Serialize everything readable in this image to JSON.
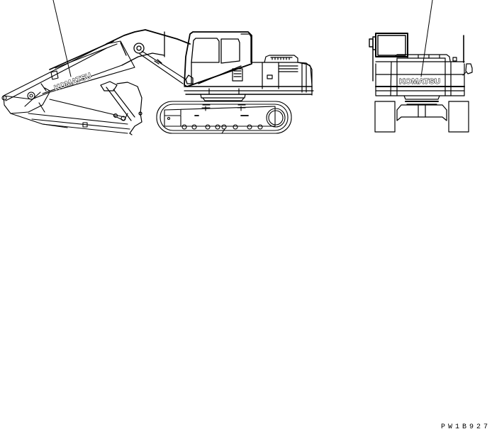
{
  "diagram": {
    "type": "parts-catalog line drawing",
    "subject": "hydraulic excavator decal placement",
    "views": [
      {
        "id": "side-view",
        "label": "Side view (left side, boom extended, arm and bucket)"
      },
      {
        "id": "rear-view",
        "label": "Rear view (counterweight, cab, tracks)"
      }
    ],
    "decals": [
      {
        "id": "boom-decal",
        "text": "KOMATSU",
        "location": "boom (side view)"
      },
      {
        "id": "counterweight-decal",
        "text": "KOMATSU",
        "location": "counterweight (rear view)"
      }
    ],
    "leader_lines": 2,
    "line_color": "#000000",
    "background_color": "#ffffff"
  },
  "labels": {
    "boom_decal_text": "KOMATSU",
    "rear_decal_text": "KOMATSU",
    "drawing_code": "PW1B927"
  }
}
